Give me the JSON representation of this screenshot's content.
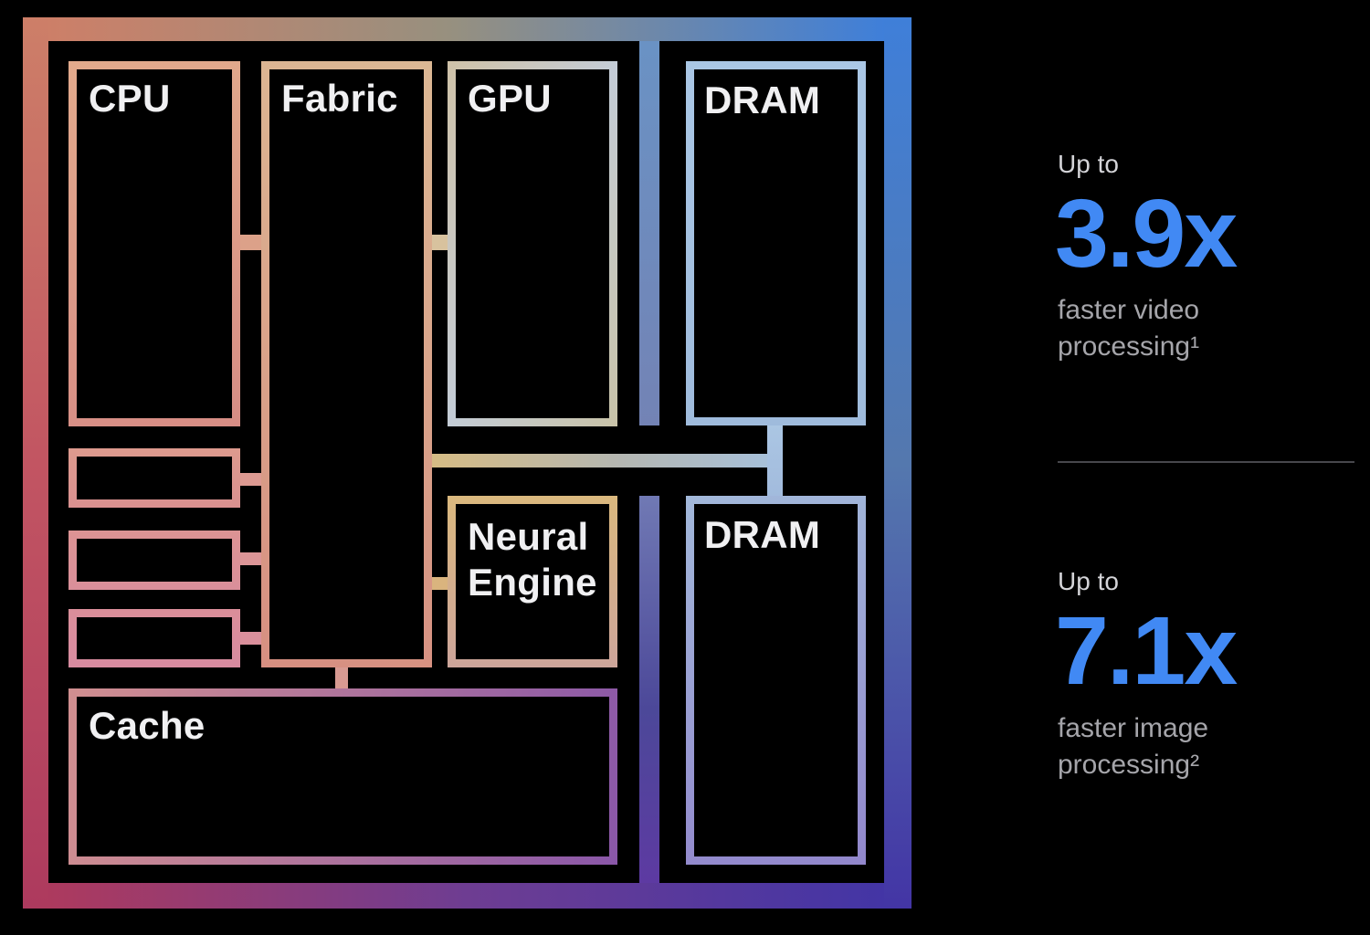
{
  "chip": {
    "blocks": {
      "cpu": {
        "label": "CPU"
      },
      "fabric": {
        "label": "Fabric"
      },
      "gpu": {
        "label": "GPU"
      },
      "dram_top": {
        "label": "DRAM"
      },
      "dram_bottom": {
        "label": "DRAM"
      },
      "neural_engine": {
        "label_line1": "Neural",
        "label_line2": "Engine"
      },
      "cache": {
        "label": "Cache"
      },
      "unlabeled_cpu_subblocks": 3
    },
    "gradient": {
      "top_left": "#cd7f68",
      "top_mid": "#97907f",
      "top_right": "#3f7fd9",
      "left_mid": "#c25562",
      "right_mid": "#5478ae",
      "bottom_left": "#ad3a5e",
      "bottom_mid": "#6e3d92",
      "bottom_right": "#4335a5"
    }
  },
  "stats": [
    {
      "prefix": "Up to",
      "value": "3.9x",
      "desc_line1": "faster video",
      "desc_line2": "processing¹"
    },
    {
      "prefix": "Up to",
      "value": "7.1x",
      "desc_line1": "faster image",
      "desc_line2": "processing²"
    }
  ],
  "colors": {
    "background": "#000000",
    "accent_blue": "#4189f4",
    "prefix_text": "#d4d4d8",
    "secondary_text": "#a5a5aa",
    "block_label_text": "#f0f0f2"
  }
}
